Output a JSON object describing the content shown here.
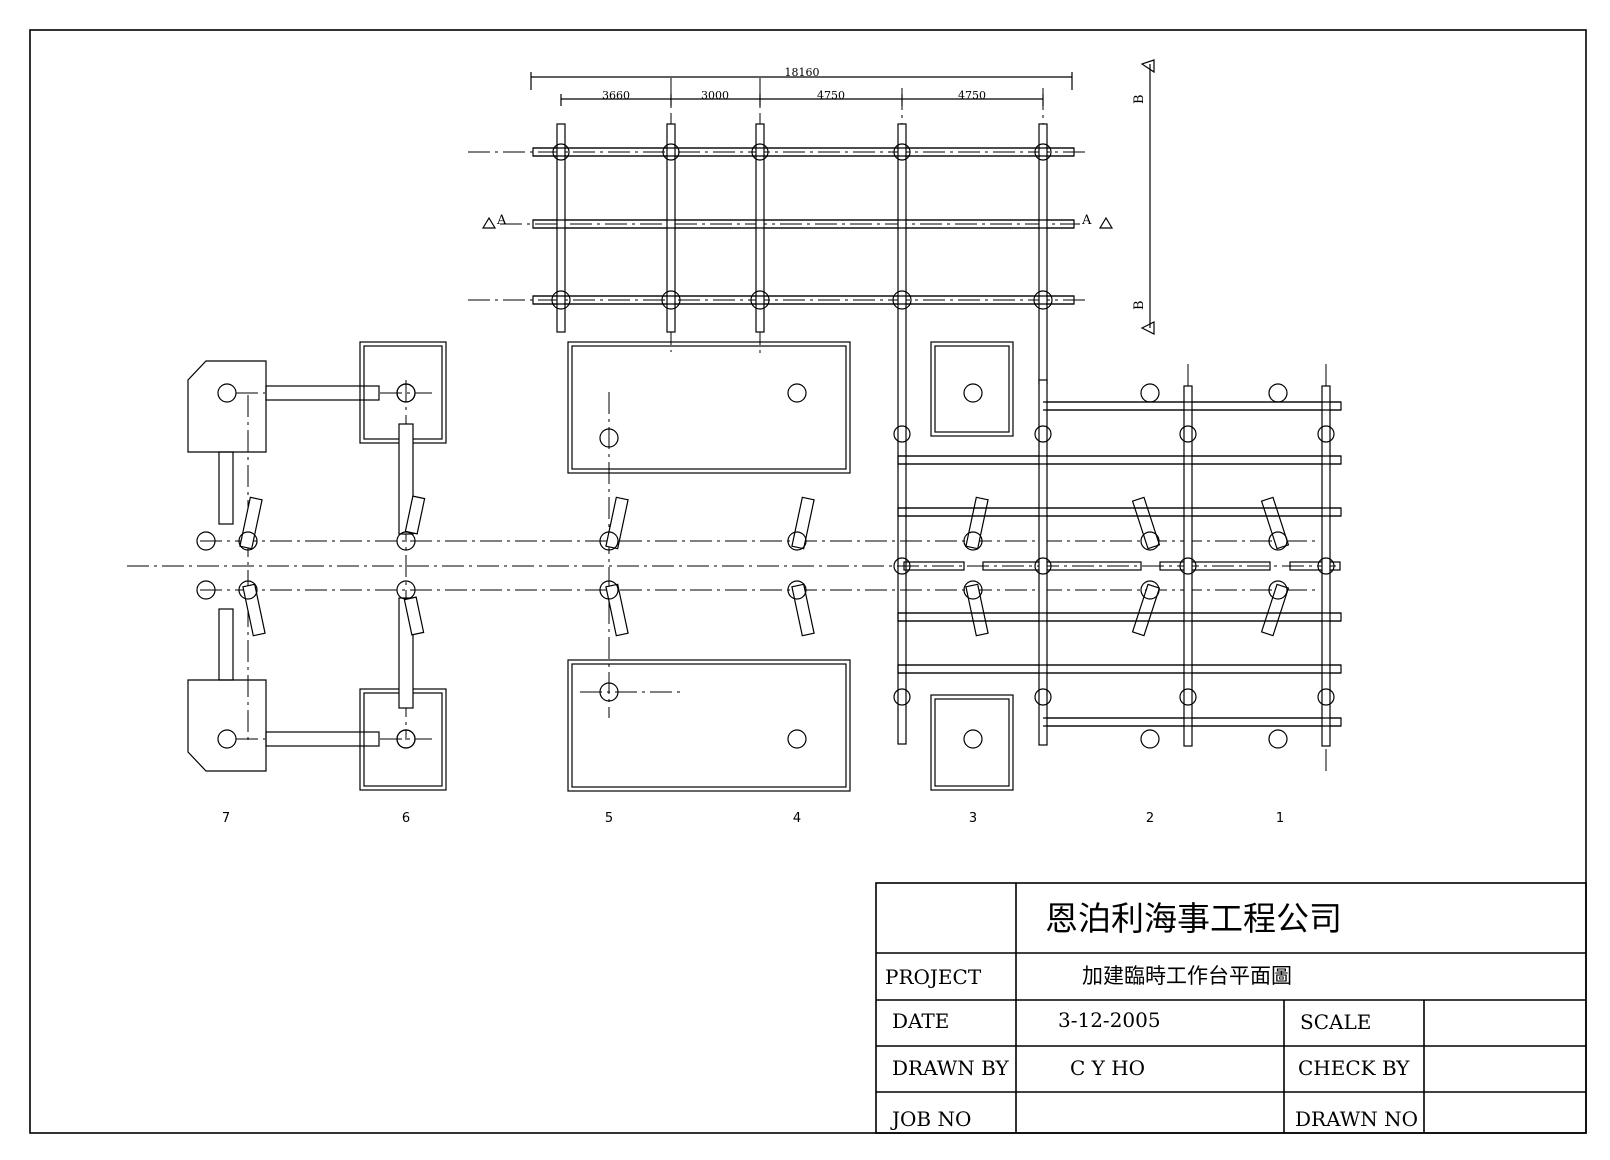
{
  "dimensions": {
    "overall": "18160",
    "spans": [
      "3660",
      "3000",
      "4750",
      "4750"
    ]
  },
  "section_marks": {
    "a_left": "A",
    "a_right": "A",
    "b_top": "B",
    "b_bottom": "B"
  },
  "gridline_labels": [
    "7",
    "6",
    "5",
    "4",
    "3",
    "2",
    "1"
  ],
  "title_block": {
    "company": "恩泊利海事工程公司",
    "project_label": "PROJECT",
    "project_value": "加建臨時工作台平面圖",
    "date_label": "DATE",
    "date_value": "3-12-2005",
    "scale_label": "SCALE",
    "scale_value": "",
    "drawn_by_label": "DRAWN BY",
    "drawn_by_value": "C Y HO",
    "check_by_label": "CHECK BY",
    "check_by_value": "",
    "job_no_label": "JOB NO",
    "job_no_value": "",
    "drawn_no_label": "DRAWN NO",
    "drawn_no_value": ""
  }
}
